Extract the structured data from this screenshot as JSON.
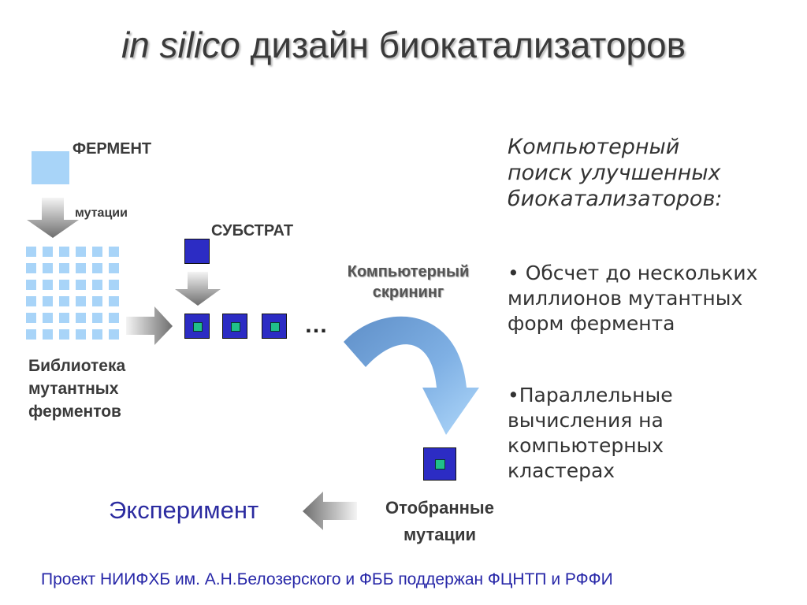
{
  "title": {
    "italic": "in silico",
    "rest": " дизайн биокатализаторов"
  },
  "labels": {
    "enzyme": "ФЕРМЕНТ",
    "mutations": "мутации",
    "substrate": "СУБСТРАТ",
    "ellipsis": "…",
    "screening_line1": "Компьютерный",
    "screening_line2": "скрининг",
    "library_line1": "Библиотека",
    "library_line2": "мутантных",
    "library_line3": "ферментов",
    "selected_line1": "Отобранные",
    "selected_line2": "мутации",
    "experiment": "Эксперимент"
  },
  "right_panel": {
    "heading_lines": [
      "Компьютерный",
      "поиск улучшенных",
      "биокатализаторов:"
    ],
    "bullet1_lines": [
      "• Обсчет до нескольких",
      "миллионов мутантных",
      "форм фермента"
    ],
    "bullet2_lines": [
      "•Параллельные",
      "вычисления на",
      "компьютерных",
      "кластерах"
    ]
  },
  "footer": "Проект НИИФХБ им. А.Н.Белозерского и ФББ поддержан ФЦНТП и РФФИ",
  "colors": {
    "enzyme_blue": "#a8d4f8",
    "substrate_blue": "#2c2cc4",
    "active_site_green": "#20c08a",
    "curved_arrow_light": "#a8d4f8",
    "curved_arrow_dark": "#5f8fc8",
    "footer_blue": "#2727a8"
  },
  "icons": {
    "gray_arrow": "gray-gradient-arrow-icon",
    "curved_arrow": "curved-blue-arrow-icon"
  }
}
